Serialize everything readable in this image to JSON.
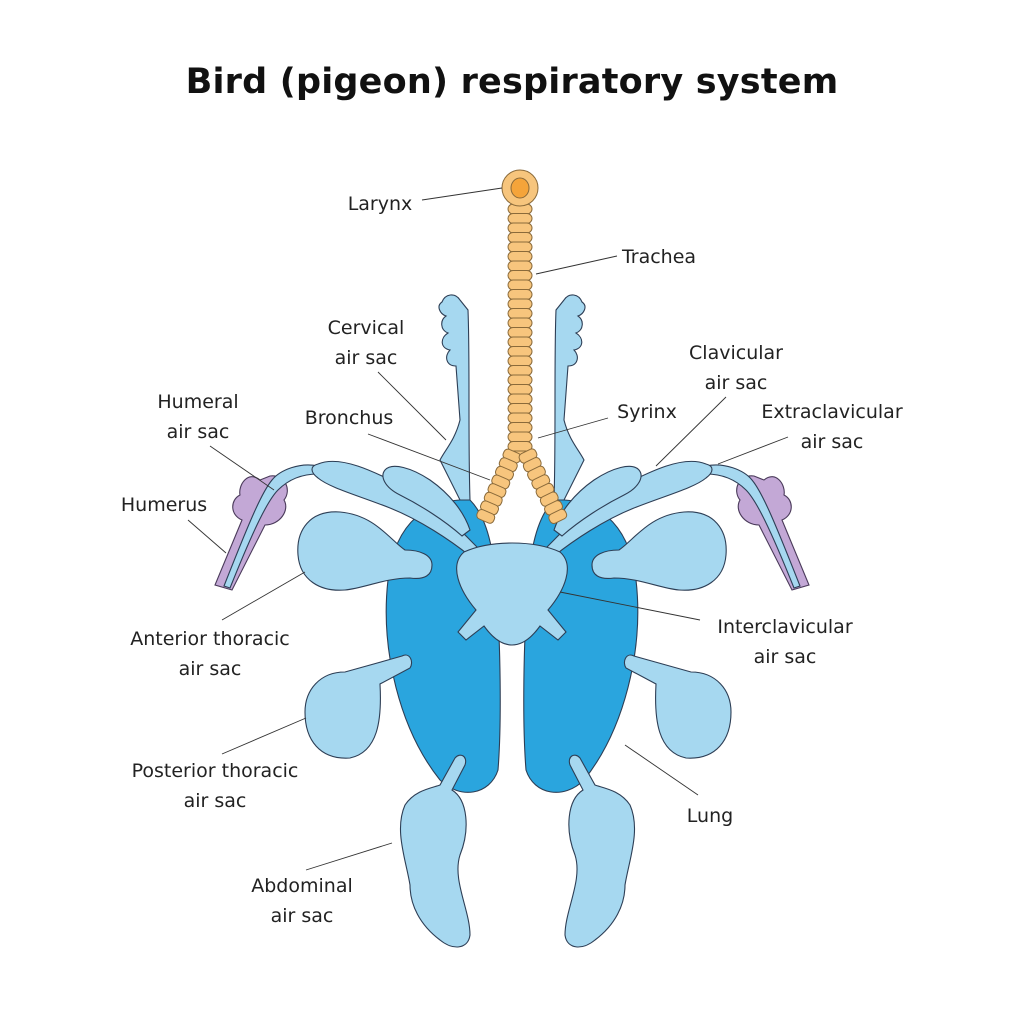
{
  "title": "Bird (pigeon) respiratory system",
  "colors": {
    "lung": "#2aa5de",
    "air_sac": "#a6d8f0",
    "trachea": "#f7c57d",
    "larynx_core": "#f5a43a",
    "humerus": "#c3a8d6",
    "outline": "#2d3e55"
  },
  "labels": {
    "larynx": [
      "Larynx"
    ],
    "trachea": [
      "Trachea"
    ],
    "cervical": [
      "Cervical",
      "air sac"
    ],
    "clavicular": [
      "Clavicular",
      "air sac"
    ],
    "humeral": [
      "Humeral",
      "air sac"
    ],
    "bronchus": [
      "Bronchus"
    ],
    "syrinx": [
      "Syrinx"
    ],
    "extraclavicular": [
      "Extraclavicular",
      "air sac"
    ],
    "humerus": [
      "Humerus"
    ],
    "anterior_thoracic": [
      "Anterior thoracic",
      "air sac"
    ],
    "interclavicular": [
      "Interclavicular",
      "air sac"
    ],
    "posterior_thoracic": [
      "Posterior thoracic",
      "air sac"
    ],
    "lung": [
      "Lung"
    ],
    "abdominal": [
      "Abdominal",
      "air sac"
    ]
  }
}
